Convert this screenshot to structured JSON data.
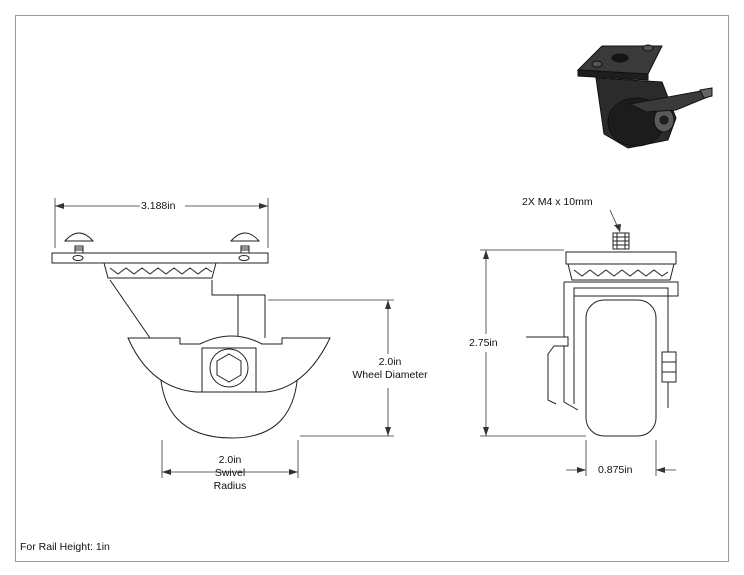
{
  "dimensions": {
    "plate_width": "3.188in",
    "screw_callout": "2X M4 x 10mm",
    "height": "2.75in",
    "wheel_diameter_value": "2.0in",
    "wheel_diameter_label": "Wheel Diameter",
    "swivel_radius_value": "2.0in",
    "swivel_radius_line1": "Swivel",
    "swivel_radius_line2": "Radius",
    "wheel_width": "0.875in"
  },
  "footer_note": "For Rail Height: 1in",
  "colors": {
    "line": "#222222",
    "dim": "#333333",
    "frame": "#9a9a9a",
    "render_dark": "#2b2b2b",
    "render_mid": "#5a5a5a"
  }
}
